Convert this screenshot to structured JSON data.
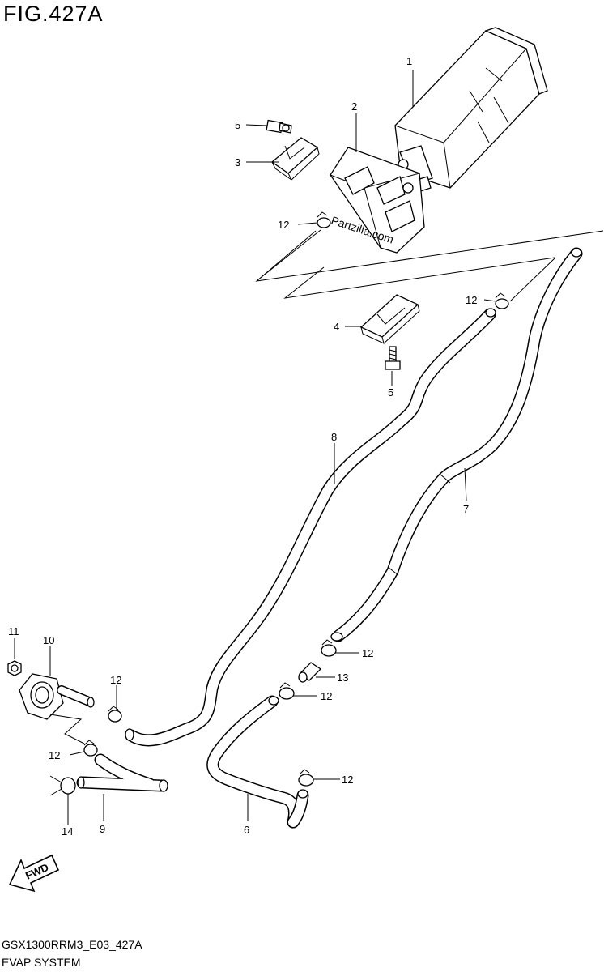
{
  "figure": {
    "title": "FIG.427A",
    "footer_code": "GSX1300RRM3_E03_427A",
    "footer_name": "EVAP SYSTEM",
    "watermark": "Partzilla.com",
    "fwd_label": "FWD"
  },
  "callouts": [
    {
      "id": "c1",
      "label": "1"
    },
    {
      "id": "c2",
      "label": "2"
    },
    {
      "id": "c3",
      "label": "3"
    },
    {
      "id": "c4",
      "label": "4"
    },
    {
      "id": "c5a",
      "label": "5"
    },
    {
      "id": "c5b",
      "label": "5"
    },
    {
      "id": "c6",
      "label": "6"
    },
    {
      "id": "c7",
      "label": "7"
    },
    {
      "id": "c8",
      "label": "8"
    },
    {
      "id": "c9",
      "label": "9"
    },
    {
      "id": "c10",
      "label": "10"
    },
    {
      "id": "c11",
      "label": "11"
    },
    {
      "id": "c12a",
      "label": "12"
    },
    {
      "id": "c12b",
      "label": "12"
    },
    {
      "id": "c12c",
      "label": "12"
    },
    {
      "id": "c12d",
      "label": "12"
    },
    {
      "id": "c12e",
      "label": "12"
    },
    {
      "id": "c12f",
      "label": "12"
    },
    {
      "id": "c12g",
      "label": "12"
    },
    {
      "id": "c13",
      "label": "13"
    },
    {
      "id": "c14",
      "label": "14"
    }
  ]
}
